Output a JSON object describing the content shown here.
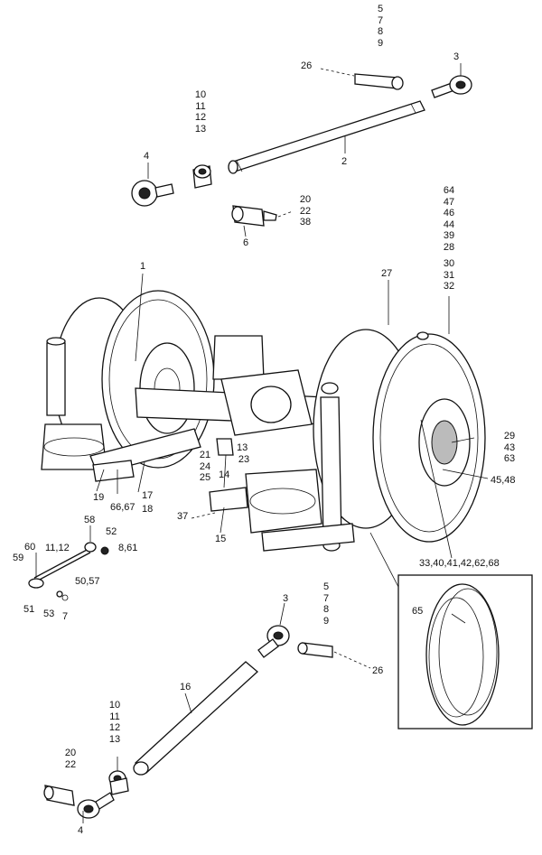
{
  "labels": {
    "l1": "1",
    "l2": "2",
    "l3a": "3",
    "l3b": "3",
    "l4a": "4",
    "l4b": "4",
    "l6": "6",
    "l7": "7",
    "l14": "14",
    "l15": "15",
    "l16": "16",
    "l17": "17",
    "l18": "18",
    "l19": "19",
    "l26a": "26",
    "l26b": "26",
    "l27": "27",
    "l37": "37",
    "l45_48": "45,48",
    "l50_57": "50,57",
    "l51": "51",
    "l52": "52",
    "l53": "53",
    "l58": "58",
    "l59": "59",
    "l60": "60",
    "l65": "65",
    "l66_67": "66,67",
    "l8_61": "8,61",
    "l11_12": "11,12",
    "l33_68": "33,40,41,42,62,68",
    "l13b": "13"
  },
  "stacks": {
    "s_top": [
      "5",
      "7",
      "8",
      "9"
    ],
    "s_10a": [
      "10",
      "11",
      "12",
      "13"
    ],
    "s_20a": [
      "20",
      "22",
      "38"
    ],
    "s_64": [
      "64",
      "47",
      "46",
      "44",
      "39",
      "28",
      "30",
      "31",
      "32"
    ],
    "s_29": [
      "29",
      "43",
      "63"
    ],
    "s_21": [
      "21",
      "24",
      "25"
    ],
    "s_23": [
      "23"
    ],
    "s_mid": [
      "5",
      "7",
      "8",
      "9"
    ],
    "s_10b": [
      "10",
      "11",
      "12",
      "13"
    ],
    "s_20b": [
      "20",
      "22"
    ]
  }
}
